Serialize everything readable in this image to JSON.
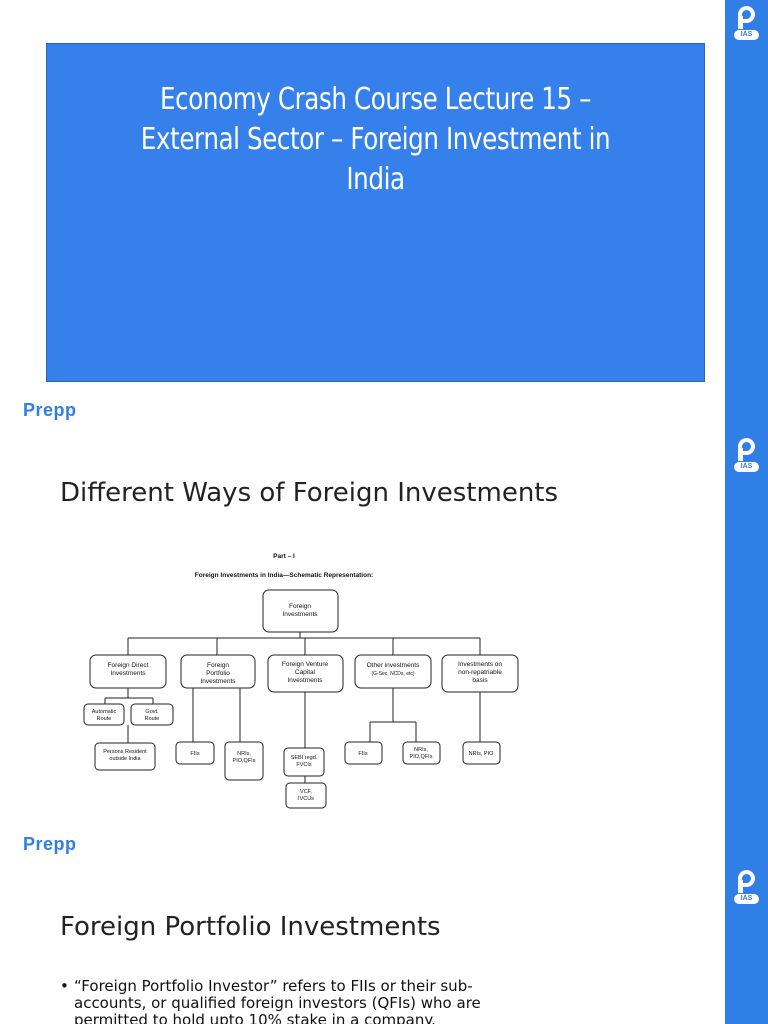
{
  "brand": "Prepp",
  "logo_badge": "IAS",
  "slide1": {
    "title": "Economy Crash Course Lecture 15 – External Sector – Foreign Investment in India"
  },
  "slide2": {
    "heading": "Different Ways of Foreign Investments",
    "diagram": {
      "part": "Part – I",
      "caption": "Foreign Investments in India—Schematic Representation:",
      "root": "Foreign Investments",
      "categories": [
        "Foreign Direct Investments",
        "Foreign Portfolio Investments",
        "Foreign Venture Capital Investments",
        "Other investments",
        "Investments on non-repatriable basis"
      ],
      "other_investments_note": "(G-Sec, NCDs, etc)",
      "fdi_routes": [
        "Automatic Route",
        "Govt. Route"
      ],
      "fdi_leaf": "Persons Resident outside India",
      "fpi_leaves": [
        "FIIs",
        "NRIs, PIO,QFIs"
      ],
      "fvci_leaves": [
        "SEBI regd. FVCIs",
        "VCF, IVCUs"
      ],
      "other_leaves": [
        "FIIs",
        "NRIs, PIO,QFIs"
      ],
      "nonrep_leaf": "NRIs, PIO"
    }
  },
  "slide3": {
    "heading": "Foreign Portfolio Investments",
    "bullet": "“Foreign Portfolio Investor” refers to FIIs or their sub-accounts, or qualified foreign investors (QFIs) who are permitted to hold upto 10% stake in a company."
  },
  "colors": {
    "accent": "#2f7fe6",
    "title_box": "#3580ea"
  }
}
